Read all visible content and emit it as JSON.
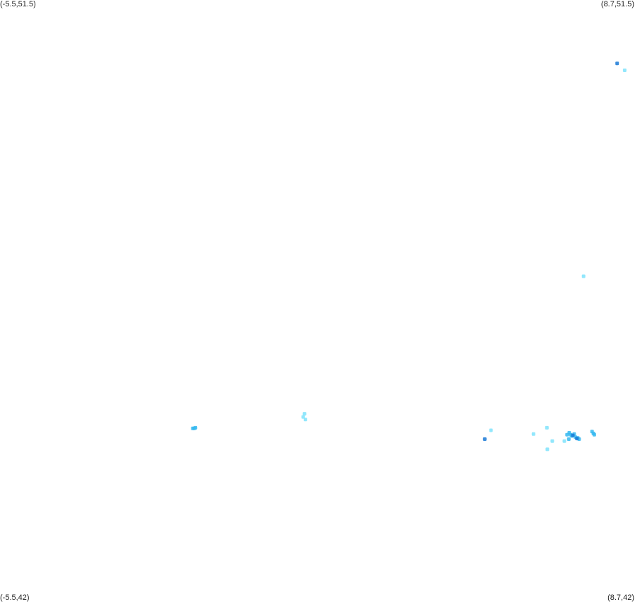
{
  "map": {
    "corner_labels": {
      "top_left": "(-5.5,51.5)",
      "top_right": "(8.7,51.5)",
      "bottom_left": "(-5.5,42)",
      "bottom_right": "(8.7,42)"
    },
    "bounds": {
      "lon_min": -5.5,
      "lon_max": 8.7,
      "lat_min": 42,
      "lat_max": 51.5
    },
    "colors": {
      "light": "#7fe3fb",
      "medium": "#35b8f0",
      "dark": "#1a79d6"
    }
  },
  "chart_data": {
    "type": "scatter",
    "xlim": [
      -5.5,
      8.7
    ],
    "ylim": [
      42,
      51.5
    ],
    "grid": false,
    "series": [
      {
        "color": "#7fe3fb",
        "points": [
          {
            "x": 8.47,
            "y": 50.39
          },
          {
            "x": 7.55,
            "y": 47.14
          },
          {
            "x": 1.28,
            "y": 44.92
          },
          {
            "x": 1.31,
            "y": 44.97
          },
          {
            "x": 1.33,
            "y": 44.88
          },
          {
            "x": 5.48,
            "y": 44.71
          },
          {
            "x": 6.43,
            "y": 44.65
          },
          {
            "x": 6.73,
            "y": 44.75
          },
          {
            "x": 6.85,
            "y": 44.54
          },
          {
            "x": 6.74,
            "y": 44.41
          },
          {
            "x": 7.12,
            "y": 44.54
          }
        ]
      },
      {
        "color": "#35b8f0",
        "points": [
          {
            "x": -1.19,
            "y": 44.74
          },
          {
            "x": -1.16,
            "y": 44.74
          },
          {
            "x": -1.13,
            "y": 44.75
          },
          {
            "x": 7.23,
            "y": 44.67
          },
          {
            "x": 7.26,
            "y": 44.64
          },
          {
            "x": 7.29,
            "y": 44.62
          },
          {
            "x": 7.22,
            "y": 44.57
          },
          {
            "x": 7.18,
            "y": 44.64
          },
          {
            "x": 7.34,
            "y": 44.65
          },
          {
            "x": 7.37,
            "y": 44.6
          },
          {
            "x": 7.42,
            "y": 44.59
          },
          {
            "x": 7.45,
            "y": 44.57
          },
          {
            "x": 7.74,
            "y": 44.69
          },
          {
            "x": 7.77,
            "y": 44.66
          },
          {
            "x": 7.79,
            "y": 44.64
          }
        ]
      },
      {
        "color": "#1a79d6",
        "points": [
          {
            "x": 8.3,
            "y": 50.5
          },
          {
            "x": 5.34,
            "y": 44.57
          },
          {
            "x": 7.31,
            "y": 44.63
          },
          {
            "x": 7.4,
            "y": 44.58
          }
        ]
      }
    ]
  }
}
